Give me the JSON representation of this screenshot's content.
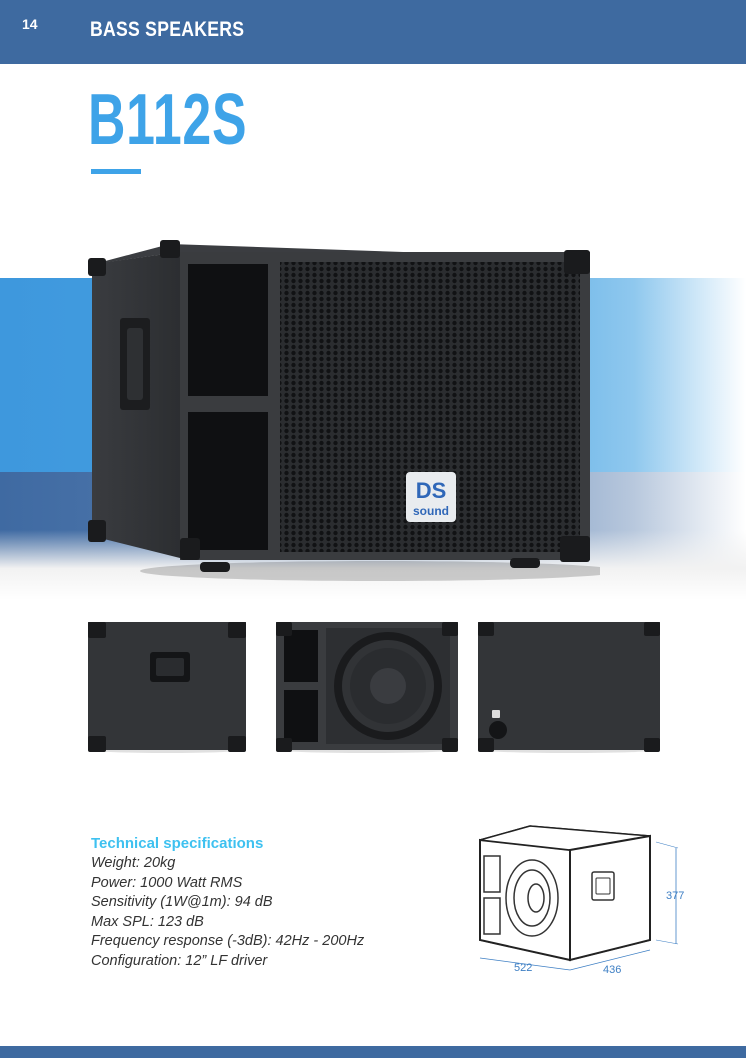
{
  "header": {
    "page_number": "14",
    "section_title": "BASS SPEAKERS"
  },
  "product": {
    "model": "B112S",
    "logo_text_top": "DS",
    "logo_text_bottom": "sound"
  },
  "specs": {
    "title": "Technical specifications",
    "lines": [
      "Weight: 20kg",
      "Power: 1000 Watt RMS",
      "Sensitivity (1W@1m): 94 dB",
      "Max SPL: 123 dB",
      "Frequency response (-3dB): 42Hz - 200Hz",
      "Configuration: 12” LF driver"
    ]
  },
  "dimensions": {
    "width": "522",
    "depth": "436",
    "height": "377"
  },
  "colors": {
    "header_blue": "#3e6aa0",
    "accent_blue": "#3ea3e8",
    "spec_title_cyan": "#3ec1f0"
  }
}
